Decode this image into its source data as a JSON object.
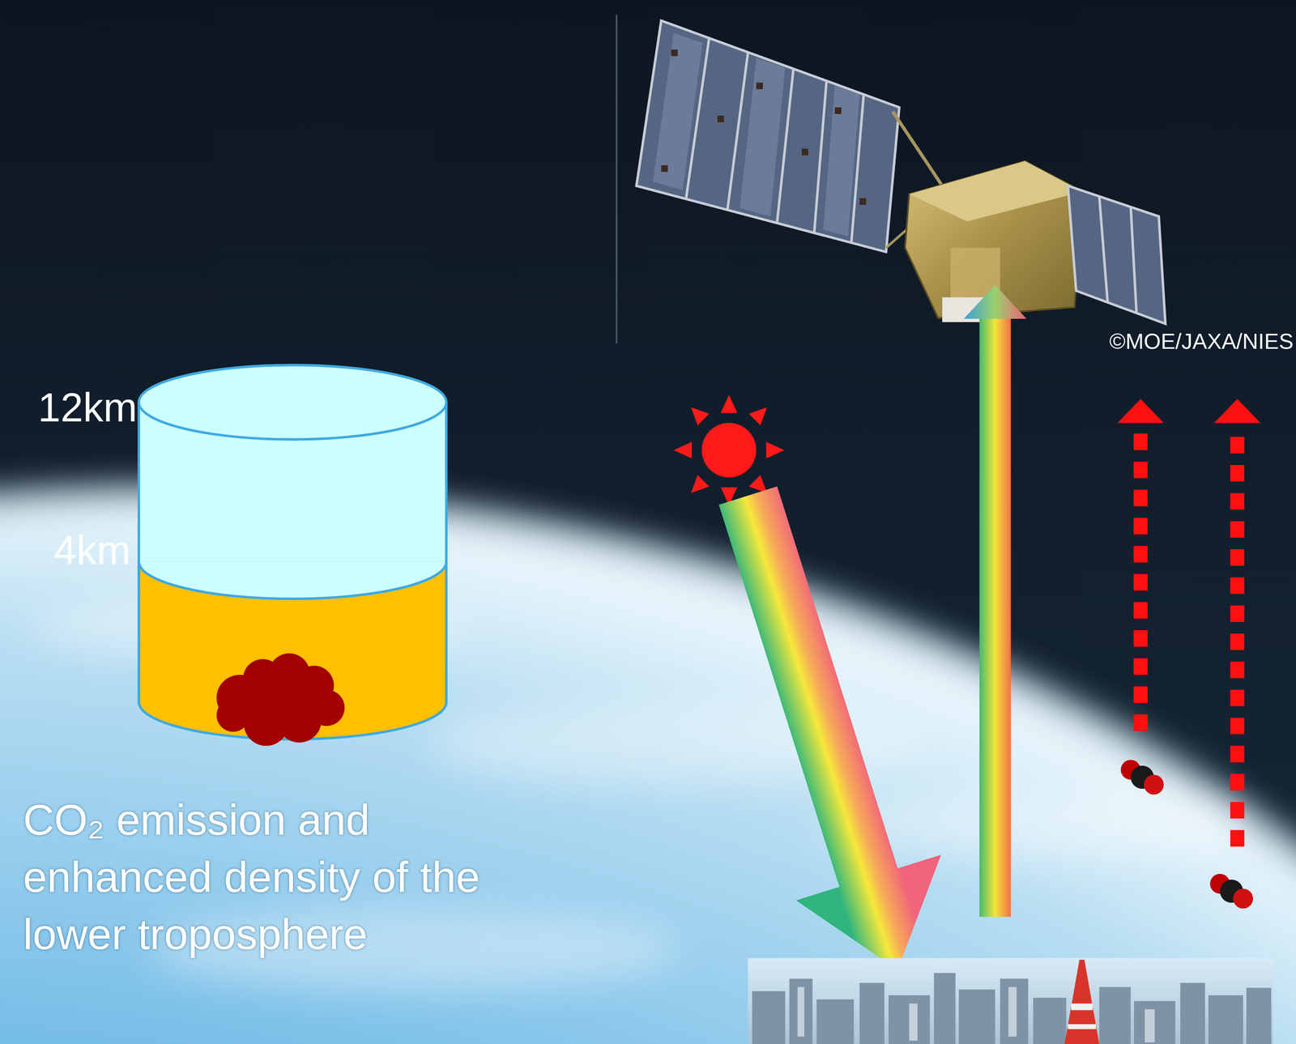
{
  "diagram": {
    "labels": [
      "12km",
      "4km",
      "CO₂ emission and enhanced density of the lower troposphere",
      "©MOE/JAXA/NIES"
    ]
  }
}
